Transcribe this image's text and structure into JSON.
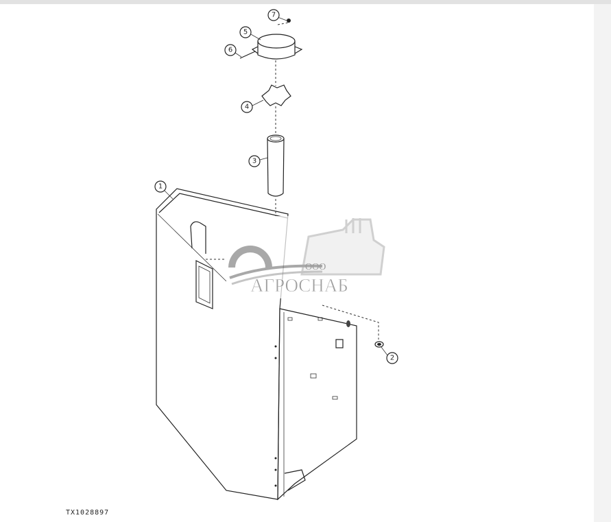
{
  "diagram": {
    "figure_id": "TX1028897",
    "callouts": [
      "1",
      "2",
      "3",
      "4",
      "5",
      "6",
      "7"
    ]
  },
  "watermark": {
    "prefix": "ООО",
    "name": "АГРОСНАБ"
  }
}
